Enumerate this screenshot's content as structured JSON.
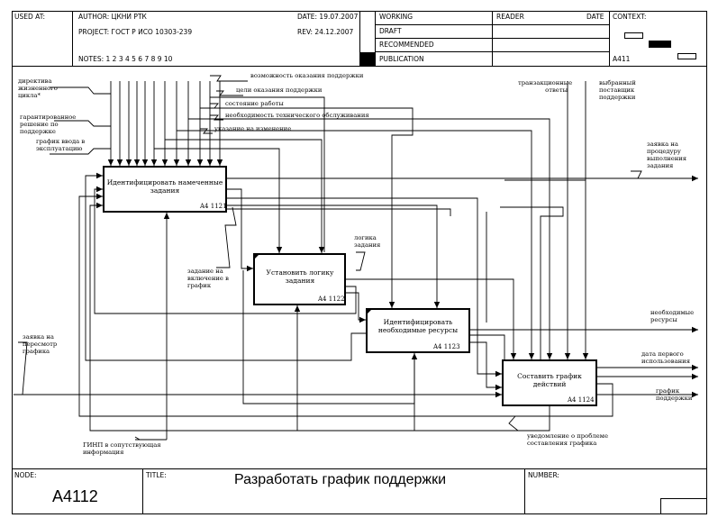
{
  "header": {
    "used_at": "USED AT:",
    "author": "AUTHOR: ЦКНИ РТК",
    "project": "PROJECT: ГОСТ Р ИСО 10303-239",
    "date": "DATE: 19.07.2007",
    "rev": "REV: 24.12.2007",
    "notes": "NOTES: 1 2 3 4 5 6 7 8 9 10",
    "working": "WORKING",
    "draft": "DRAFT",
    "recommended": "RECOMMENDED",
    "publication": "PUBLICATION",
    "reader": "READER",
    "date2": "DATE",
    "context": "CONTEXT:",
    "context_node": "A411"
  },
  "boxes": [
    {
      "label": "Идентифицировать намеченные задания",
      "num": "A4 1121"
    },
    {
      "label": "Установить логику задания",
      "num": "A4 1122"
    },
    {
      "label": "Идентифицировать необходимые ресурсы",
      "num": "A4 1123"
    },
    {
      "label": "Составить график действий",
      "num": "A4 1124"
    }
  ],
  "controls": [
    "возможность оказания поддержки",
    "цели оказания поддержки",
    "состояние работы",
    "необходимость технического обслуживания",
    "указание на изменение"
  ],
  "inputs_left": [
    "директива жизненного цикла*",
    "гарантированное решение по поддержке",
    "график ввода в эксплуатацию",
    "заявка на пересмотр графика"
  ],
  "controls_right": [
    "транзакционные ответы",
    "выбранный поставщик поддержки"
  ],
  "outputs": [
    "заявка на процедуру выполнения задания",
    "необходимые ресурсы",
    "дата первого использования",
    "график поддержки"
  ],
  "internal": [
    "логика задания",
    "задание на включение в график",
    "уведомление о проблеме составления графика",
    "ГИНП в сопутствующая информация"
  ],
  "footer": {
    "node_label": "NODE:",
    "node": "A4112",
    "title_label": "TITLE:",
    "title": "Разработать график  поддержки",
    "number_label": "NUMBER:"
  }
}
